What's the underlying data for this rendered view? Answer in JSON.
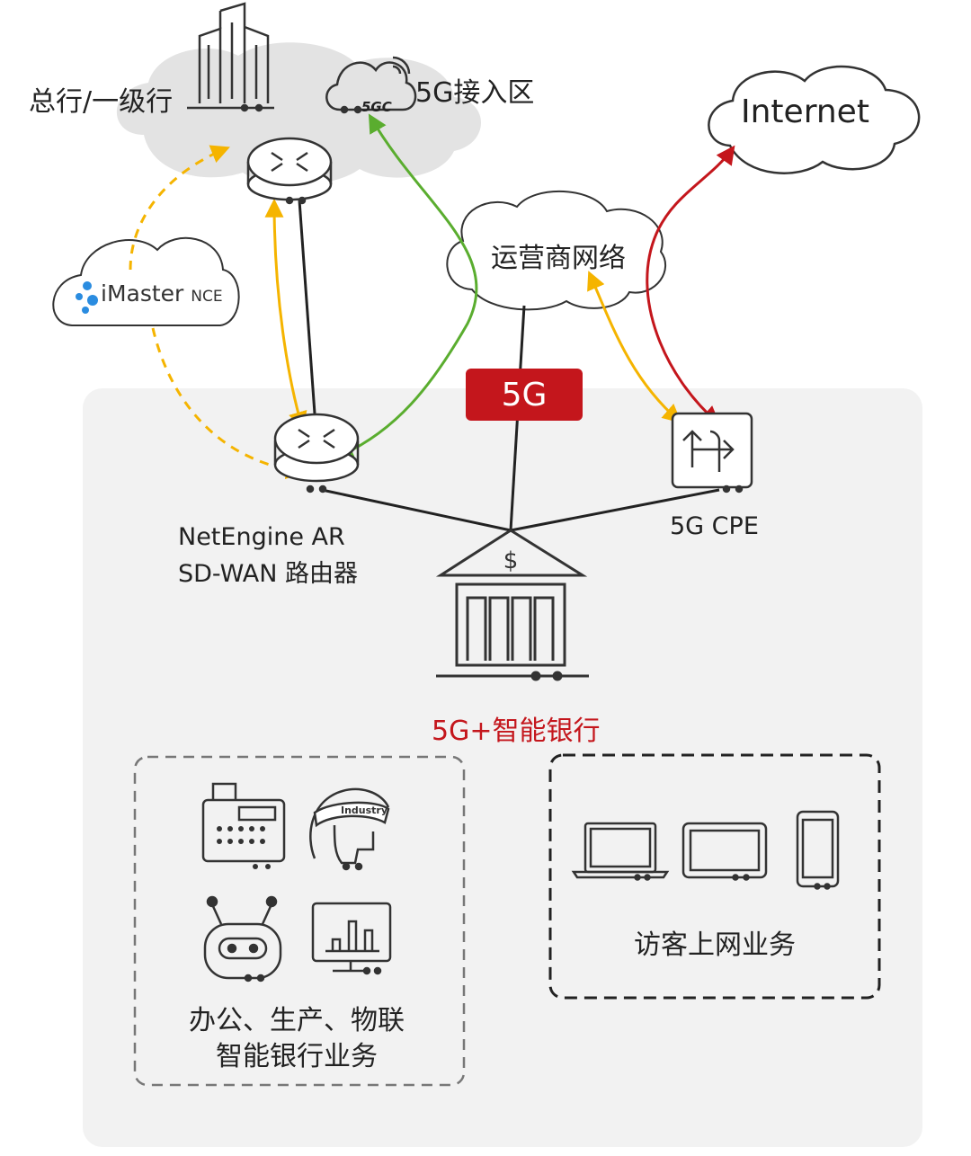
{
  "labels": {
    "hq": "总行/一级行",
    "access_5g": "5G接入区",
    "fivegc": "5GC",
    "internet": "Internet",
    "carrier": "运营商网络",
    "imaster_main": "iMaster",
    "imaster_sub": "NCE",
    "badge_5g": "5G",
    "router_line1": "NetEngine AR",
    "router_line2": "SD-WAN 路由器",
    "cpe": "5G CPE",
    "bank": "5G+智能银行",
    "industry": "Industry",
    "group_left_line1": "办公、生产、物联",
    "group_left_line2": "智能银行业务",
    "group_right": "访客上网业务"
  },
  "colors": {
    "yellow": "#f5b400",
    "green": "#5aad2f",
    "red": "#c4161c",
    "line": "#222222",
    "cloud": "#e3e3e3",
    "panel": "#f2f2f2"
  },
  "icons": [
    "building-icon",
    "cloud-5gc-icon",
    "router-icon",
    "cpe-icon",
    "bank-icon",
    "pos-terminal-icon",
    "vr-headset-icon",
    "robot-icon",
    "monitor-chart-icon",
    "laptop-icon",
    "tablet-icon",
    "phone-icon"
  ]
}
